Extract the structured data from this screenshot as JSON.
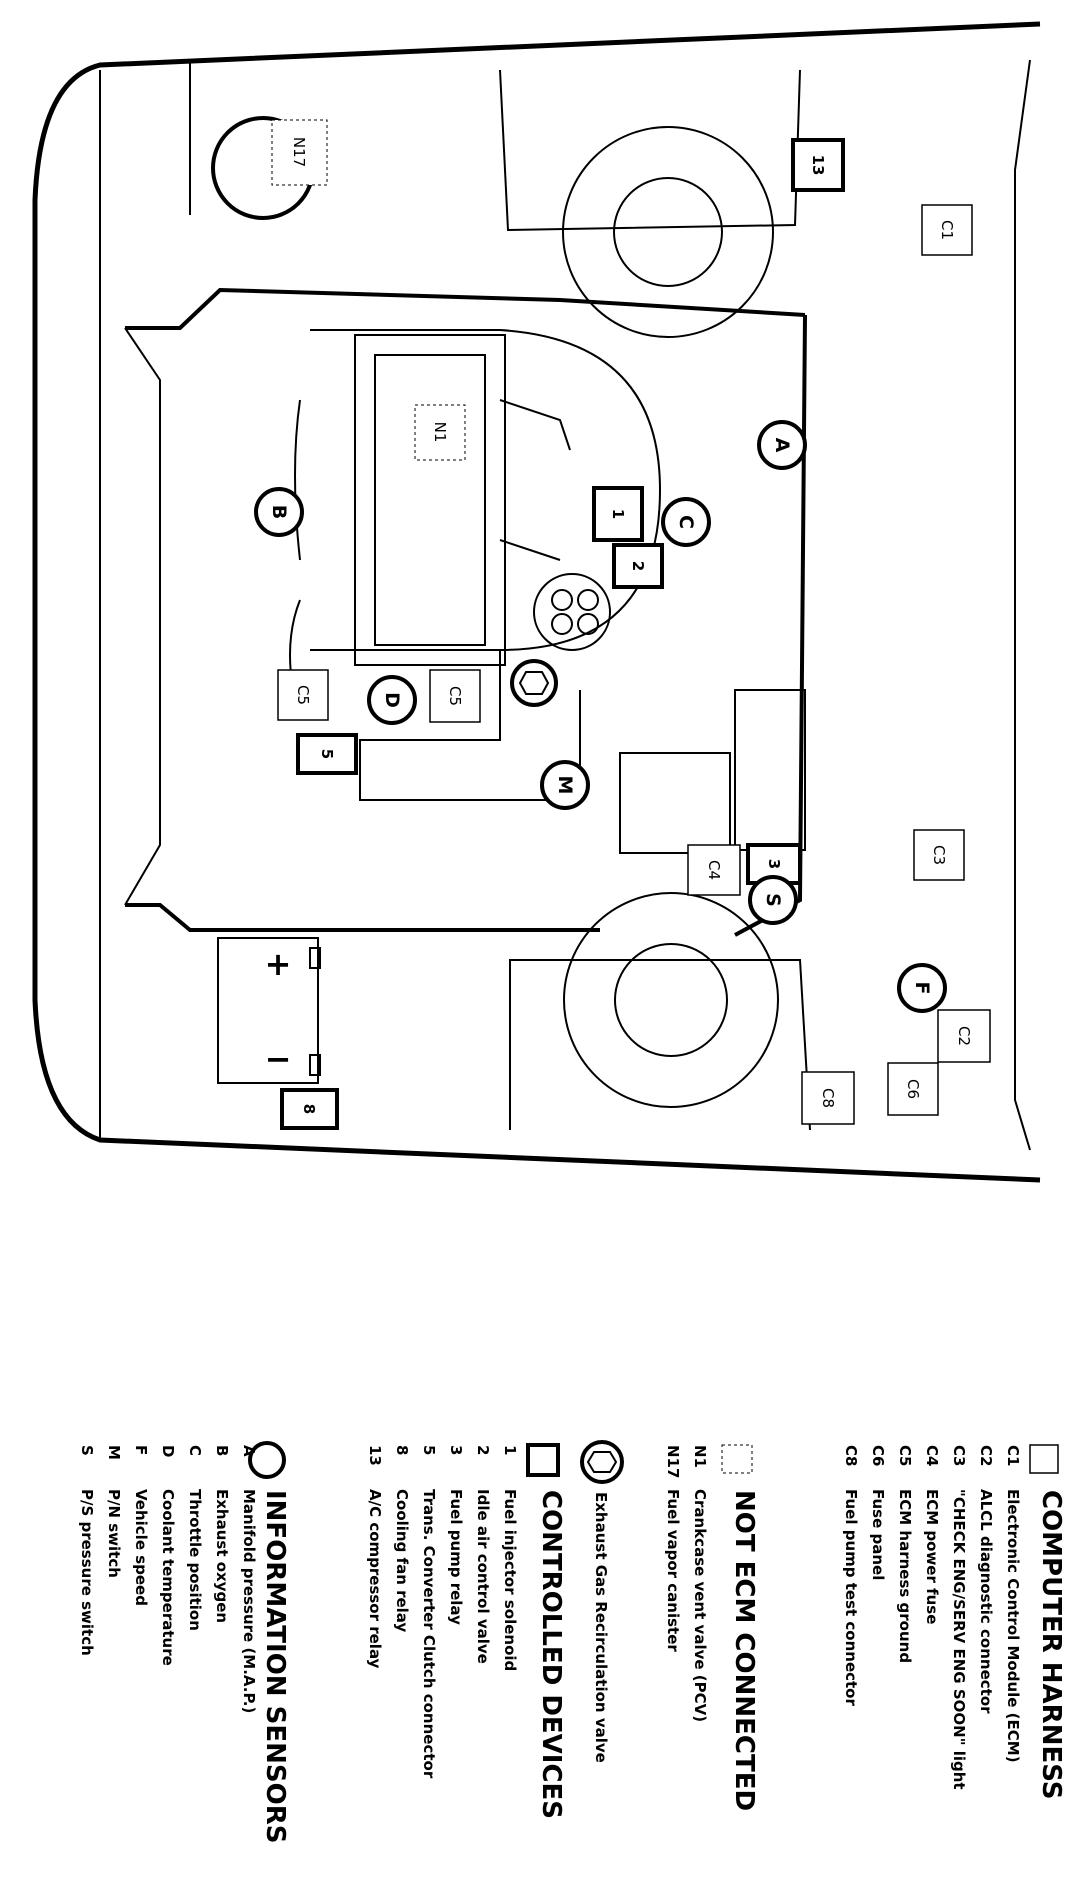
{
  "diagram": {
    "computer_harness": {
      "heading": "COMPUTER HARNESS",
      "items": [
        {
          "code": "C1",
          "label": "Electronic Control Module (ECM)"
        },
        {
          "code": "C2",
          "label": "ALCL diagnostic connector"
        },
        {
          "code": "C3",
          "label": "\"CHECK ENG/SERV ENG SOON\" light"
        },
        {
          "code": "C4",
          "label": "ECM power fuse"
        },
        {
          "code": "C5",
          "label": "ECM harness ground"
        },
        {
          "code": "C6",
          "label": "Fuse panel"
        },
        {
          "code": "C8",
          "label": "Fuel pump test connector"
        }
      ]
    },
    "not_ecm_connected": {
      "heading": "NOT ECM CONNECTED",
      "items": [
        {
          "code": "N1",
          "label": "Crankcase vent valve (PCV)"
        },
        {
          "code": "N17",
          "label": "Fuel vapor canister"
        }
      ]
    },
    "egr": {
      "label": "Exhaust Gas Recirculation valve"
    },
    "controlled_devices": {
      "heading": "CONTROLLED DEVICES",
      "items": [
        {
          "code": "1",
          "label": "Fuel injector solenoid"
        },
        {
          "code": "2",
          "label": "Idle air control valve"
        },
        {
          "code": "3",
          "label": "Fuel pump relay"
        },
        {
          "code": "5",
          "label": "Trans. Converter Clutch connector"
        },
        {
          "code": "8",
          "label": "Cooling fan relay"
        },
        {
          "code": "13",
          "label": "A/C compressor relay"
        }
      ]
    },
    "information_sensors": {
      "heading": "INFORMATION SENSORS",
      "items": [
        {
          "code": "A",
          "label": "Manifold pressure (M.A.P.)"
        },
        {
          "code": "B",
          "label": "Exhaust oxygen"
        },
        {
          "code": "C",
          "label": "Throttle position"
        },
        {
          "code": "D",
          "label": "Coolant temperature"
        },
        {
          "code": "F",
          "label": "Vehicle speed"
        },
        {
          "code": "M",
          "label": "P/N switch"
        },
        {
          "code": "S",
          "label": "P/S pressure switch"
        }
      ]
    },
    "callouts": {
      "N17": "N17",
      "N1": "N1",
      "c13": "13",
      "c1": "1",
      "c2": "2",
      "c3": "3",
      "c5": "5",
      "c8": "8",
      "C1": "C1",
      "C3": "C3",
      "C4": "C4",
      "C5a": "C5",
      "C5b": "C5",
      "C2": "C2",
      "C6": "C6",
      "C8": "C8",
      "A": "A",
      "B": "B",
      "C": "C",
      "D": "D",
      "M": "M",
      "S": "S",
      "F": "F",
      "batt_plus": "+",
      "batt_minus": "−"
    }
  }
}
